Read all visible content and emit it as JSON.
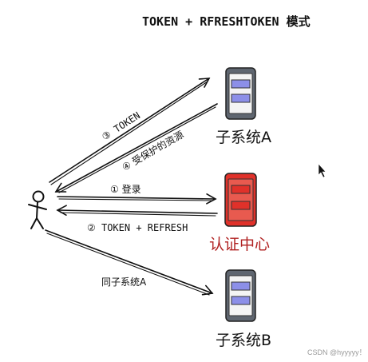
{
  "title": "TOKEN + RFRESHTOKEN 模式",
  "devices": {
    "a": {
      "label": "子系统A",
      "color": "#5f6670"
    },
    "auth": {
      "label": "认证中心",
      "color": "#e0312a"
    },
    "b": {
      "label": "子系统B",
      "color": "#5f6670"
    }
  },
  "arrows": {
    "step1": "① 登录",
    "step2": "② TOKEN + REFRESH",
    "step3": "③ TOKEN",
    "step4": "④ 受保护的资源",
    "step5": "同子系统A"
  },
  "watermark": "CSDN @hyyyyy！"
}
